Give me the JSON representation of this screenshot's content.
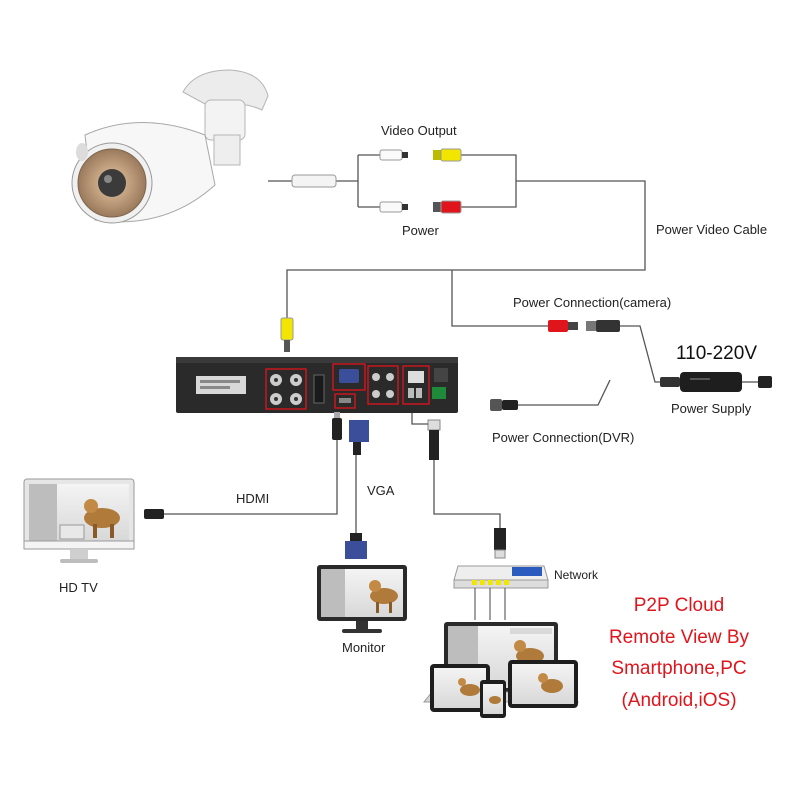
{
  "labels": {
    "video_output": "Video Output",
    "power": "Power",
    "power_video_cable": "Power Video Cable",
    "power_connection_camera": "Power Connection(camera)",
    "voltage": "110-220V",
    "power_supply": "Power Supply",
    "power_connection_dvr": "Power Connection(DVR)",
    "hdmi": "HDMI",
    "vga": "VGA",
    "hd_tv": "HD TV",
    "monitor": "Monitor",
    "network": "Network"
  },
  "p2p": {
    "line1": "P2P Cloud",
    "line2": "Remote View By",
    "line3": "Smartphone,PC",
    "line4": "(Android,iOS)"
  },
  "colors": {
    "p2p_text": "#e0151c",
    "video_connector": "#f2e600",
    "power_connector": "#e0151c",
    "vga_connector": "#3b4e9a",
    "cable": "#555555"
  }
}
